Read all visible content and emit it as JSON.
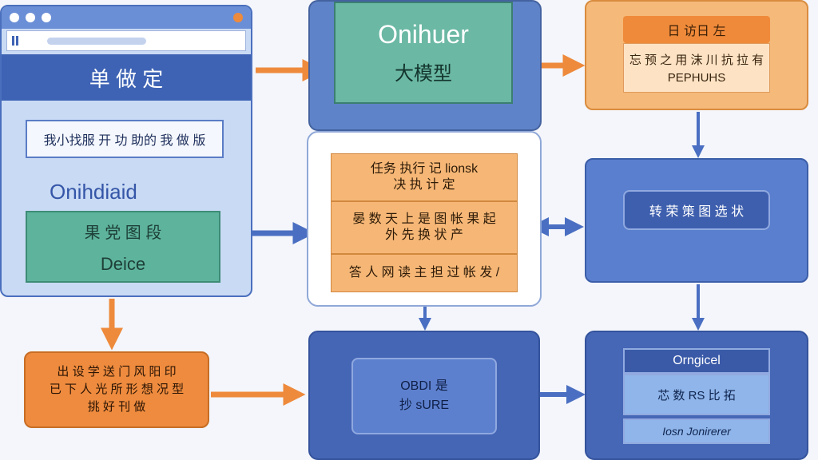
{
  "browser": {
    "header": "单 做 定",
    "label_box": "我小找服 开   功 助的 我 做 版",
    "script_text": "Onihdiaid",
    "green_title": "果 党 图 段",
    "green_subtitle": "Deice"
  },
  "top_center": {
    "title": "Onihuer",
    "subtitle": "大模型"
  },
  "top_right": {
    "header": "日 访日 左",
    "body_line1": "忘 预 之 用 沫 川 抗 拉 有",
    "body_line2": "PEPHUHS"
  },
  "middle_stack": {
    "rows": [
      {
        "line1": "任务 执行 记 lionsk",
        "line2": "决 执 计 定"
      },
      {
        "line1": "晏 数  天 上 是 图 帐 果 起",
        "line2": "外 先 换 状 产"
      },
      {
        "line1": "答  人 网 读 主 担 过 帐 发 / ",
        "line2": ""
      }
    ]
  },
  "middle_right": {
    "label": "转 荣 策 图 选 状"
  },
  "bottom_left": {
    "line1": "出 设 学 送 门 风 阳 印",
    "line2": "已 下 人 光 所 形 想 况 型",
    "line3": "挑 好 刊 做"
  },
  "bottom_center": {
    "line1": "OBDI  是",
    "line2": "抄 sURE"
  },
  "bottom_right": {
    "header": "Orngicel",
    "mid": "芯 数 RS 比 拓",
    "foot": "Iosn Jonirerer"
  },
  "colors": {
    "arrow_orange": "#ee8a3c",
    "arrow_blue": "#4a6fc2"
  }
}
